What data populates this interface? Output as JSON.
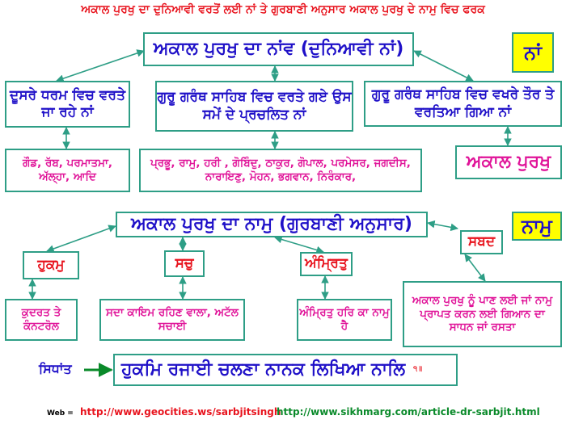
{
  "title": "ਅਕਾਲ ਪੁਰਖੁ ਦਾ ਦੁਨਿਆਵੀ ਵਰਤੋਂ ਲਈ ਨਾਂ ਤੇ ਗੁਰਬਾਣੀ ਅਨੁਸਾਰ ਅਕਾਲ ਪੁਰਖੁ ਦੇ ਨਾਮੁ ਵਿਚ ਫਰਕ",
  "section1": {
    "main": "ਅਕਾਲ ਪੁਰਖੁ ਦਾ ਨਾਂਵ (ਦੁਨਿਆਵੀ ਨਾਂ)",
    "tag": "ਨਾਂ",
    "col_left": {
      "heading": "ਦੂਸਰੇ ਧਰਮ ਵਿਚ ਵਰਤੇ ਜਾ ਰਹੇ ਨਾਂ",
      "detail": "ਗੌਡ, ਰੱਬ, ਪਰਮਾਤਮਾ, ਅੱਲ੍ਹਾ, ਆਦਿ"
    },
    "col_mid": {
      "heading": "ਗੁਰੂ ਗਰੰਥ ਸਾਹਿਬ ਵਿਚ ਵਰਤੇ ਗਏ ਉਸ ਸਮੇਂ ਦੇ ਪ੍ਰਚਲਿਤ ਨਾਂ",
      "detail": "ਪ੍ਰਭੂ, ਰਾਮੁ, ਹਰੀ , ਗੋਬਿੰਦੁ, ਠਾਕੁਰ, ਗੋਪਾਲ, ਪਰਮੇਸਰ, ਜਗਦੀਸ, ਨਾਰਾਇਣੁ, ਮੋਹਨ, ਭਗਵਾਨ, ਨਿਰੰਕਾਰ,"
    },
    "col_right": {
      "heading": "ਗੁਰੂ ਗਰੰਥ ਸਾਹਿਬ ਵਿਚ ਵਖਰੇ ਤੌਰ ਤੇ ਵਰਤਿਆ ਗਿਆ ਨਾਂ",
      "detail": "ਅਕਾਲ ਪੁਰਖੁ"
    }
  },
  "section2": {
    "main": "ਅਕਾਲ ਪੁਰਖੁ ਦਾ ਨਾਮੁ (ਗੁਰਬਾਣੀ ਅਨੁਸਾਰ)",
    "tag": "ਨਾਮੁ",
    "items": [
      {
        "label": "ਹੁਕਮੁ",
        "detail": "ਕੁਦਰਤ ਤੇ ਕੰਨਟਰੋਲ"
      },
      {
        "label": "ਸਚੁ",
        "detail": "ਸਦਾ ਕਾਇਮ ਰਹਿਣ ਵਾਲਾ, ਅਟੱਲ ਸਚਾਈ"
      },
      {
        "label": "ਅੰਮ੍ਰਿਤੁ",
        "detail": "ਅੰਮ੍ਰਿਤੁ ਹਰਿ ਕਾ ਨਾਮੁ ਹੈ"
      },
      {
        "label": "ਸਬਦ",
        "detail": "ਅਕਾਲ ਪੁਰਖੁ ਨੂੰ ਪਾਣ ਲਈ ਜਾਂ ਨਾਮੁ ਪ੍ਰਾਪਤ ਕਰਨ ਲਈ ਗਿਆਨ ਦਾ ਸਾਧਨ ਜਾਂ ਰਸਤਾ"
      }
    ]
  },
  "principle": {
    "label": "ਸਿਧਾਂਤ",
    "quote": "ਹੁਕਮਿ ਰਜਾਈ ਚਲਣਾ ਨਾਨਕ ਲਿਖਿਆ ਨਾਲਿ",
    "ref": "੧॥"
  },
  "footer": {
    "web_label": "Web =",
    "url1": "http://www.geocities.ws/sarbjitsingh",
    "url2": "http://www.sikhmarg.com/article-dr-sarbjit.html"
  },
  "colors": {
    "teal": "#2e9e86",
    "blue": "#1f10c8",
    "magenta": "#e01499",
    "red": "#e8141e",
    "green": "#0a8a2a",
    "yellow": "#ffff00"
  }
}
